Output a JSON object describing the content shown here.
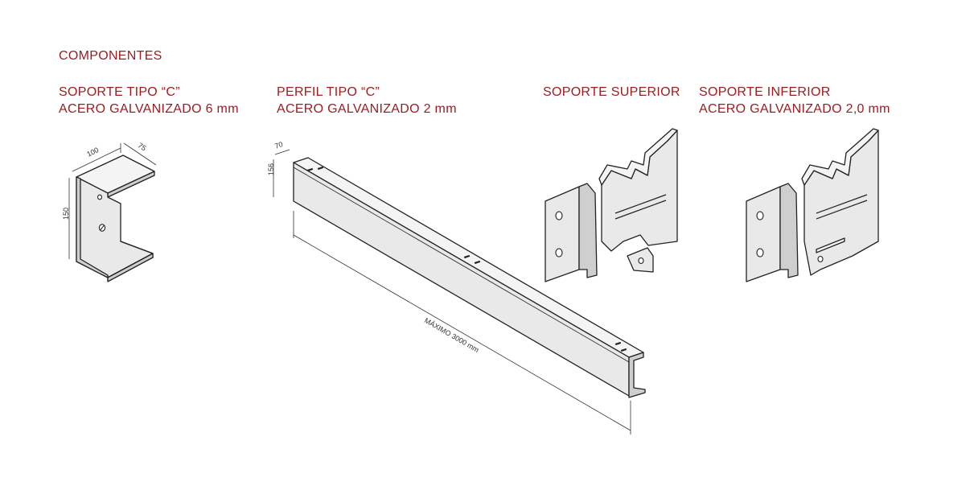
{
  "header": {
    "title": "COMPONENTES"
  },
  "components": [
    {
      "line1": "SOPORTE TIPO “C”",
      "line2": "ACERO GALVANIZADO 6 mm"
    },
    {
      "line1": "PERFIL TIPO “C”",
      "line2": "ACERO GALVANIZADO 2 mm"
    },
    {
      "line1": "SOPORTE SUPERIOR",
      "line2": ""
    },
    {
      "line1": "SOPORTE INFERIOR",
      "line2": "ACERO GALVANIZADO 2,0 mm"
    }
  ],
  "dimensions": {
    "soporte_c": {
      "width": "100",
      "depth": "75",
      "height": "150"
    },
    "perfil_c": {
      "depth": "70",
      "height": "156",
      "length": "MÁXIMO 3000 mm"
    }
  },
  "colors": {
    "title": "#9b1b1f",
    "part_fill": "#e9e9e9",
    "outline": "#222222"
  }
}
